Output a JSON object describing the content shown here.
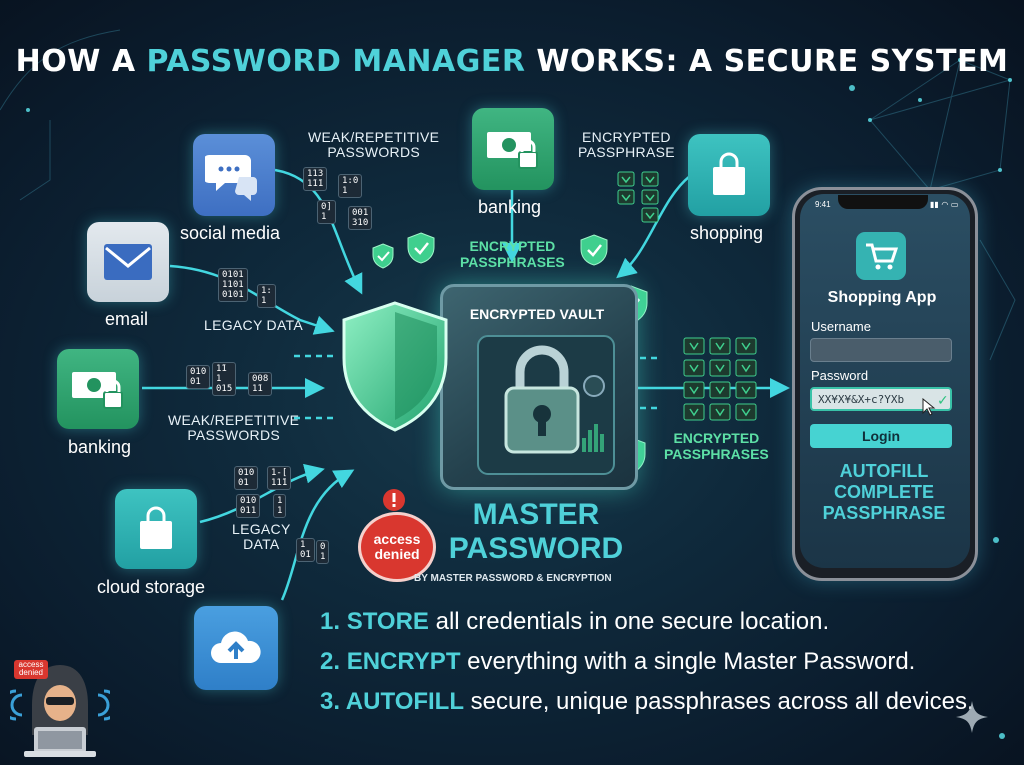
{
  "title": {
    "part1": "HOW A ",
    "highlight": "PASSWORD MANAGER",
    "part2": " WORKS: A SECURE SYSTEM"
  },
  "apps": {
    "social_media": "social media",
    "email": "email",
    "banking_left": "banking",
    "cloud_storage": "cloud storage",
    "banking_top": "banking",
    "shopping": "shopping"
  },
  "captions": {
    "weak_top": "WEAK/REPETITIVE\nPASSWORDS",
    "legacy_mid": "LEGACY DATA",
    "weak_mid": "WEAK/REPETITIVE\nPASSWORDS",
    "legacy_low": "LEGACY\nDATA",
    "encrypted_passphrase_top": "ENCRYPTED\nPASSPHRASE",
    "encrypted_passphrases_center": "ENCRYPTED\nPASSPHRASES",
    "encrypted_passphrases_right": "ENCRYPTED\nPASSPHRASES"
  },
  "bits": {
    "b1": "113\n1̄1̄1",
    "b2": "1:0\n1",
    "b3": "0]\n1",
    "b4": "001\n310",
    "b5": "0101\n1101\n0101",
    "b6": "1:\n1",
    "b7": "010\n01",
    "b8": "1̄1\n1\n01̄5",
    "b9": "008\n1̄1",
    "b10": "010\n01",
    "b11": "1-[\n11̄1",
    "b12": "010\n011",
    "b13": "1\n1",
    "b14": "1\n0̄1",
    "b15": "0\n1"
  },
  "vault": {
    "label": "ENCRYPTED VAULT"
  },
  "access_denied": "access\ndenied",
  "master": {
    "title": "MASTER\nPASSWORD",
    "subtitle": "BY MASTER PASSWORD & ENCRYPTION"
  },
  "phone": {
    "time": "9:41",
    "status": "▮▮ ◠ ▭",
    "app_title": "Shopping App",
    "username_label": "Username",
    "username_value": "",
    "password_label": "Password",
    "password_value": "XX¥X¥&X+c?YXb",
    "login_label": "Login",
    "autofill": "AUTOFILL\nCOMPLETE\nPASSPHRASE"
  },
  "steps": [
    {
      "num": "1. ",
      "keyword": "STORE",
      "text": " all credentials in one secure location."
    },
    {
      "num": "2. ",
      "keyword": "ENCRYPT",
      "text": " everything with a single Master Password."
    },
    {
      "num": "3. ",
      "keyword": "AUTOFILL",
      "text": " secure, unique passphrases across all devices."
    }
  ],
  "hacker_badge": "access\ndenied",
  "colors": {
    "accent": "#4fd1d9",
    "green": "#3fcf8e",
    "danger": "#d9372f",
    "bg": "#0b1d2e"
  },
  "icons": [
    "chat-bubbles-icon",
    "envelope-icon",
    "money-lock-icon",
    "shopping-bag-icon",
    "cloud-upload-icon",
    "shield-check-icon",
    "padlock-icon",
    "cart-icon",
    "hacker-icon",
    "warning-icon",
    "sparkle-icon"
  ]
}
